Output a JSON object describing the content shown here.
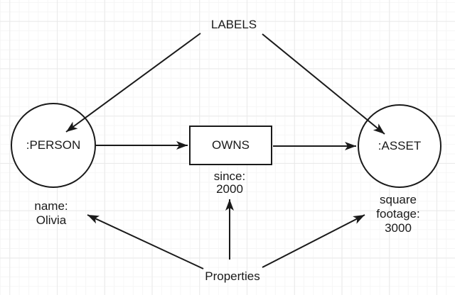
{
  "diagram": {
    "annotations": {
      "labels": "LABELS",
      "properties": "Properties"
    },
    "nodes": {
      "person": {
        "label": ":PERSON",
        "shape": "circle"
      },
      "asset": {
        "label": ":ASSET",
        "shape": "circle"
      }
    },
    "relationship": {
      "label": "OWNS",
      "shape": "rectangle"
    },
    "property_values": {
      "person": {
        "line1": "name:",
        "line2": "Olivia"
      },
      "relationship": {
        "line1": "since:",
        "line2": "2000"
      },
      "asset": {
        "line1": "square",
        "line2": "footage:",
        "line3": "3000"
      }
    },
    "colors": {
      "stroke": "#1a1a1a",
      "text": "#1a1a1a",
      "shape_fill": "#ffffff",
      "background": "#ffffff",
      "grid_minor": "#f6f6f6",
      "grid_major": "#e9e9e9"
    }
  }
}
